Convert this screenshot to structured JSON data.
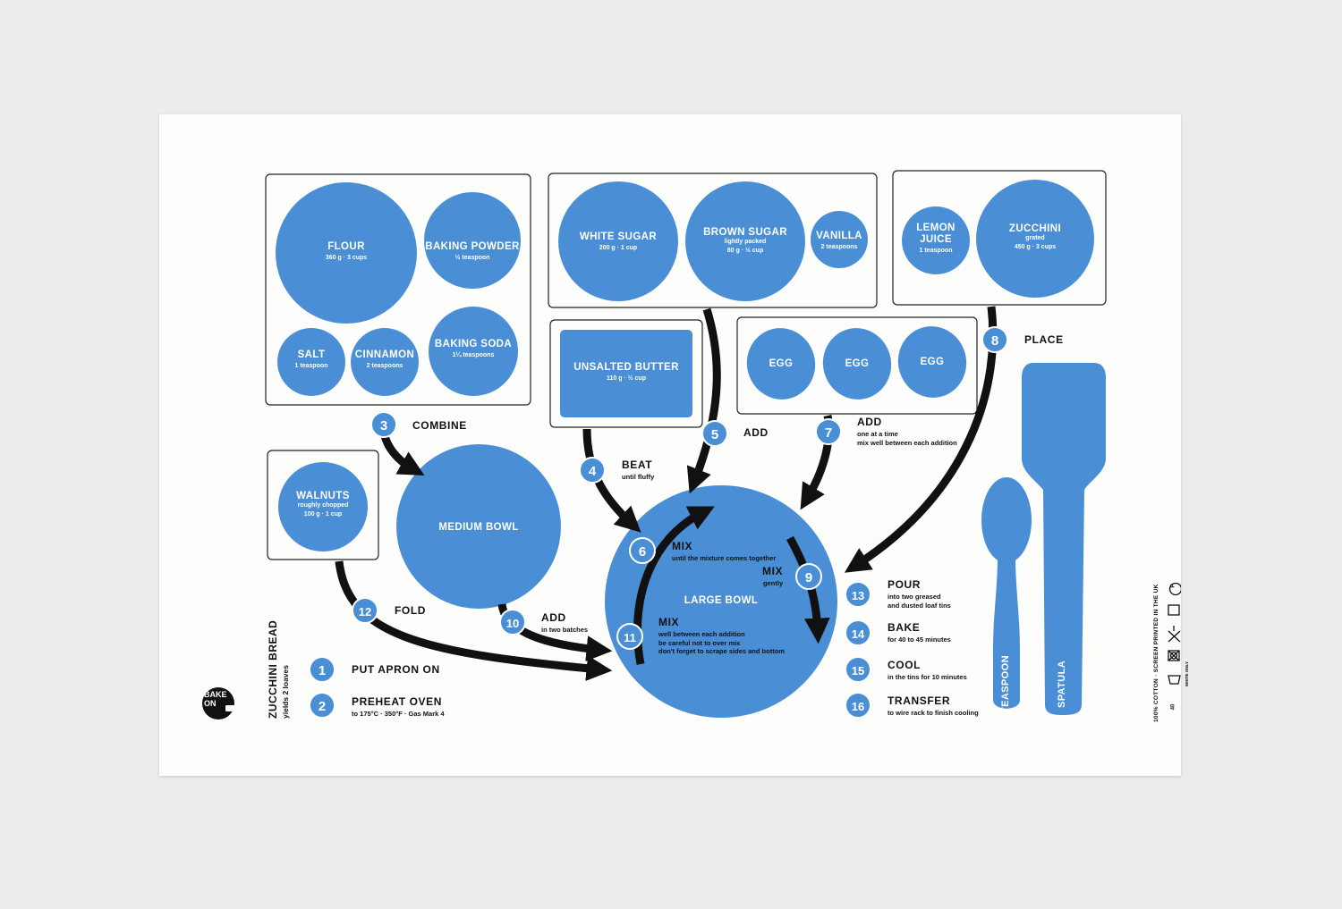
{
  "colors": {
    "blue": "#4a8fd6",
    "ink": "#111111",
    "towel": "#fdfdfc",
    "background": "#ececeb"
  },
  "ingredients": {
    "flour": {
      "name": "FLOUR",
      "qty": "360 g · 3 cups"
    },
    "baking_powder": {
      "name": "BAKING POWDER",
      "qty": "½ teaspoon"
    },
    "salt": {
      "name": "SALT",
      "qty": "1 teaspoon"
    },
    "cinnamon": {
      "name": "CINNAMON",
      "qty": "2 teaspoons"
    },
    "baking_soda": {
      "name": "BAKING SODA",
      "qty": "1¼ teaspoons"
    },
    "white_sugar": {
      "name": "WHITE SUGAR",
      "qty": "200 g · 1 cup"
    },
    "brown_sugar": {
      "name": "BROWN SUGAR",
      "note": "lightly packed",
      "qty": "80 g · ½ cup"
    },
    "vanilla": {
      "name": "VANILLA",
      "qty": "2 teaspoons"
    },
    "lemon_juice": {
      "name": "LEMON JUICE",
      "qty": "1 teaspoon"
    },
    "zucchini": {
      "name": "ZUCCHINI",
      "note": "grated",
      "qty": "450 g · 3 cups"
    },
    "butter": {
      "name": "UNSALTED BUTTER",
      "qty": "110 g · ½ cup"
    },
    "egg": {
      "name": "EGG"
    },
    "walnuts": {
      "name": "WALNUTS",
      "note": "roughly chopped",
      "qty": "100 g · 1 cup"
    }
  },
  "bowls": {
    "medium": "MEDIUM BOWL",
    "large": "LARGE BOWL"
  },
  "tools": {
    "teaspoon": "TEASPOON",
    "spatula": "SPATULA"
  },
  "steps": [
    {
      "n": "1",
      "verb": "PUT APRON ON",
      "detail": ""
    },
    {
      "n": "2",
      "verb": "PREHEAT OVEN",
      "detail": "to 175°C · 350°F · Gas Mark 4"
    },
    {
      "n": "3",
      "verb": "COMBINE",
      "detail": ""
    },
    {
      "n": "4",
      "verb": "BEAT",
      "detail": "until fluffy"
    },
    {
      "n": "5",
      "verb": "ADD",
      "detail": ""
    },
    {
      "n": "6",
      "verb": "MIX",
      "detail": "until the mixture comes together"
    },
    {
      "n": "7",
      "verb": "ADD",
      "detail": "one at a time\nmix well between each addition"
    },
    {
      "n": "8",
      "verb": "PLACE",
      "detail": ""
    },
    {
      "n": "9",
      "verb": "MIX",
      "detail": "gently"
    },
    {
      "n": "10",
      "verb": "ADD",
      "detail": "in two batches"
    },
    {
      "n": "11",
      "verb": "MIX",
      "detail": "well between each addition\nbe careful not to over mix\ndon't forget to scrape sides and bottom"
    },
    {
      "n": "12",
      "verb": "FOLD",
      "detail": ""
    },
    {
      "n": "13",
      "verb": "POUR",
      "detail": "into two greased\nand dusted loaf tins"
    },
    {
      "n": "14",
      "verb": "BAKE",
      "detail": "for 40 to 45 minutes"
    },
    {
      "n": "15",
      "verb": "COOL",
      "detail": "in the tins for 10 minutes"
    },
    {
      "n": "16",
      "verb": "TRANSFER",
      "detail": "to wire rack to finish cooling"
    }
  ],
  "recipe": {
    "title": "ZUCCHINI BREAD",
    "yield": "yields 2 loaves"
  },
  "brand": {
    "line1": "BAKE",
    "line2": "ON"
  },
  "care": {
    "text": "100% COTTON · SCREEN PRINTED IN THE UK",
    "wash": "40",
    "note": "WHITE ONLY",
    "dryclean": "P"
  }
}
